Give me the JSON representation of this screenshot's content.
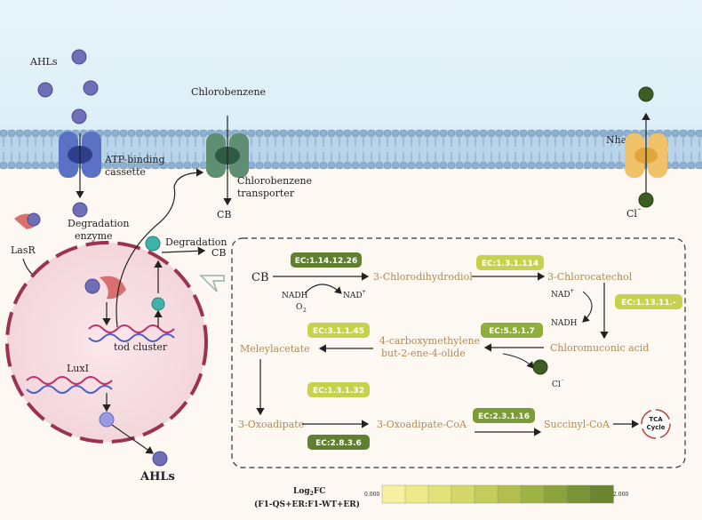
{
  "outside": {
    "ahls_label": "AHLs",
    "chlorobenzene_label": "Chlorobenzene",
    "nhaa_label": "NhaA",
    "cl_label": "Cl",
    "cl_sup": "-"
  },
  "membrane": {
    "abc_label_1": "ATP-binding",
    "abc_label_2": "cassette",
    "cbt_label_1": "Chlorobenzene",
    "cbt_label_2": "transporter",
    "cb_label": "CB"
  },
  "cell": {
    "degradation_enzyme_1": "Degradation",
    "degradation_enzyme_2": "enzyme",
    "lasr_label": "LasR",
    "tod_cluster_label": "tod cluster",
    "luxi_label": "LuxI",
    "ahls_out_label": "AHLs",
    "degradation_label": "Degradation",
    "cb_label": "CB"
  },
  "pathway": {
    "cb": "CB",
    "chlorodihydrodiol": "3-Chlorodihydrodiol",
    "chlorocatechol": "3-Chlorocatechol",
    "chloromuconic": "Chloromuconic acid",
    "carboxymethylene_1": "4-carboxymethylene",
    "carboxymethylene_2": "but-2-ene-4-olide",
    "meleylacetate": "Meleylacetate",
    "oxoadipate": "3-Oxoadipate",
    "oxoadipate_coa": "3-Oxoadipate-CoA",
    "succinyl_coa": "Succinyl-CoA",
    "tca_1": "TCA",
    "tca_2": "Cycle",
    "nadh_1": "NADH",
    "o2": "O",
    "o2_sub": "2",
    "nad_1": "NAD",
    "nad_sup": "+",
    "nad_2": "NAD",
    "nadh_2": "NADH",
    "cl": "Cl",
    "cl_sup": "-"
  },
  "ec_badges": [
    {
      "label": "EC:1.14.12.26",
      "color": "#5f8030"
    },
    {
      "label": "EC:1.3.1.114",
      "color": "#c6d24e"
    },
    {
      "label": "EC:1.13.11.-",
      "color": "#c6d24e"
    },
    {
      "label": "EC:5.5.1.7",
      "color": "#8fae3c"
    },
    {
      "label": "EC:3.1.1.45",
      "color": "#c6d24e"
    },
    {
      "label": "EC:1.3.1.32",
      "color": "#c6d24e"
    },
    {
      "label": "EC:2.8.3.6",
      "color": "#5f8030"
    },
    {
      "label": "EC:2.3.1.16",
      "color": "#7b9c36"
    }
  ],
  "legend": {
    "title_main": "Log",
    "title_sub": "2",
    "title_end": "FC",
    "subtitle": "(F1-QS+ER:F1-WT+ER)",
    "min_label": "0.000",
    "max_label": "2.000",
    "min_value": 0,
    "max_value": 2,
    "colors": [
      "#f7f0a0",
      "#eeea8a",
      "#e2e27a",
      "#d4d86a",
      "#c4cc5c",
      "#b2bf50",
      "#9fb246",
      "#8ca33d",
      "#7a9535",
      "#67862e"
    ]
  }
}
